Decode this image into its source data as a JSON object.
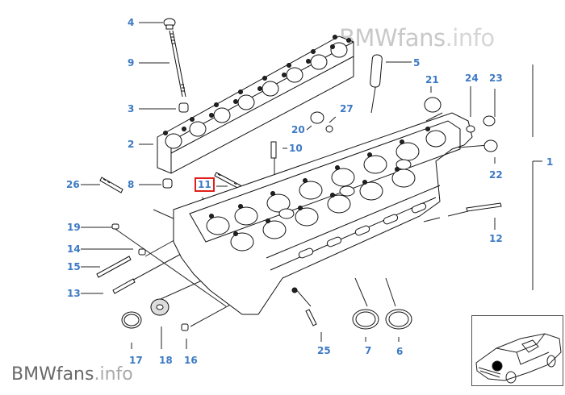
{
  "diagram": {
    "title": "Cylinder head exploded view",
    "accent_color": "#3d7ac4",
    "highlight_color": "#e0201c",
    "highlighted_part": "11",
    "callouts": [
      {
        "id": "4",
        "label": "4"
      },
      {
        "id": "9",
        "label": "9"
      },
      {
        "id": "3",
        "label": "3"
      },
      {
        "id": "2",
        "label": "2"
      },
      {
        "id": "26",
        "label": "26"
      },
      {
        "id": "8",
        "label": "8"
      },
      {
        "id": "11",
        "label": "11"
      },
      {
        "id": "5",
        "label": "5"
      },
      {
        "id": "21",
        "label": "21"
      },
      {
        "id": "24",
        "label": "24"
      },
      {
        "id": "23",
        "label": "23"
      },
      {
        "id": "27",
        "label": "27"
      },
      {
        "id": "20",
        "label": "20"
      },
      {
        "id": "10",
        "label": "10"
      },
      {
        "id": "22",
        "label": "22"
      },
      {
        "id": "1",
        "label": "1"
      },
      {
        "id": "19",
        "label": "19"
      },
      {
        "id": "14",
        "label": "14"
      },
      {
        "id": "15",
        "label": "15"
      },
      {
        "id": "13",
        "label": "13"
      },
      {
        "id": "12",
        "label": "12"
      },
      {
        "id": "17",
        "label": "17"
      },
      {
        "id": "18",
        "label": "18"
      },
      {
        "id": "16",
        "label": "16"
      },
      {
        "id": "25",
        "label": "25"
      },
      {
        "id": "7",
        "label": "7"
      },
      {
        "id": "6",
        "label": "6"
      }
    ]
  },
  "watermark": {
    "brand": "BMWfans",
    "suffix": ".info"
  },
  "thumbnail": {
    "label": "vehicle-location-thumbnail",
    "marker": "engine-location-dot"
  }
}
